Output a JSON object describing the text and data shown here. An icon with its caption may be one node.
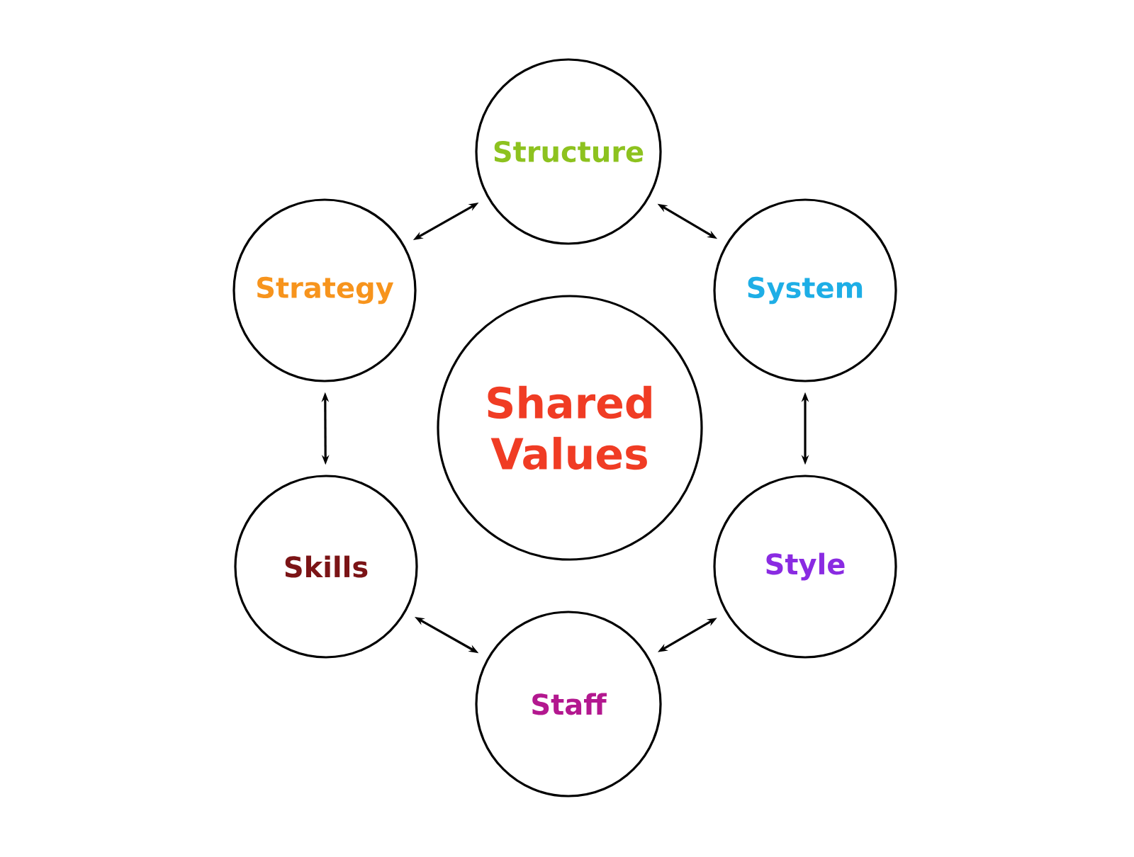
{
  "diagram": {
    "nodes": [
      {
        "text": [
          "Structure"
        ]
      },
      {
        "text": [
          "Strategy"
        ]
      },
      {
        "text": [
          "System"
        ]
      },
      {
        "text": [
          "Shared Values"
        ]
      },
      {
        "text": [
          "Skills"
        ]
      },
      {
        "text": [
          "Style"
        ]
      },
      {
        "text": [
          "Staff"
        ]
      }
    ],
    "edges": [
      {
        "from": 0,
        "to": 2,
        "arrow": "both"
      },
      {
        "from": 2,
        "to": 5,
        "arrow": "both"
      },
      {
        "from": 5,
        "to": 6,
        "arrow": "both"
      },
      {
        "from": 6,
        "to": 4,
        "arrow": "both"
      },
      {
        "from": 4,
        "to": 1,
        "arrow": "both"
      },
      {
        "from": 1,
        "to": 0,
        "arrow": "both"
      }
    ]
  }
}
